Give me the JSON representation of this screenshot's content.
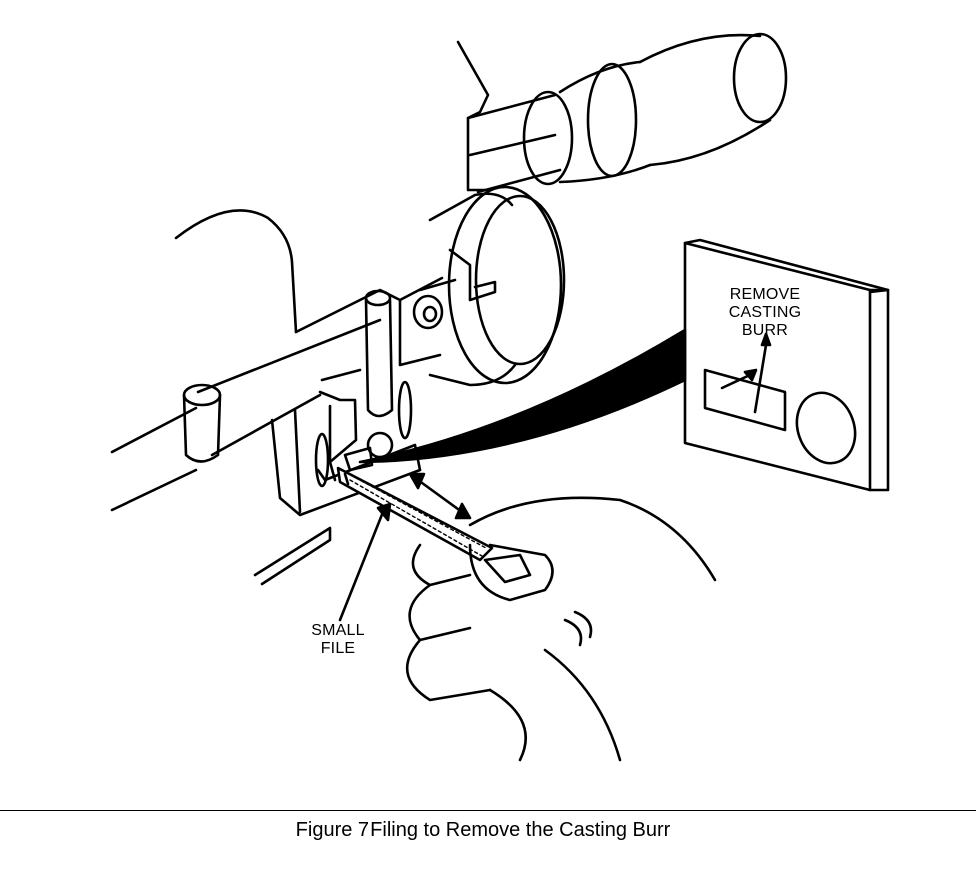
{
  "figure": {
    "callout_remove_burr": [
      "REMOVE",
      "CASTING",
      "BURR"
    ],
    "callout_small_file": [
      "SMALL",
      "FILE"
    ]
  },
  "caption": {
    "number": "Figure 7",
    "title": "Filing to Remove the Casting Burr"
  }
}
